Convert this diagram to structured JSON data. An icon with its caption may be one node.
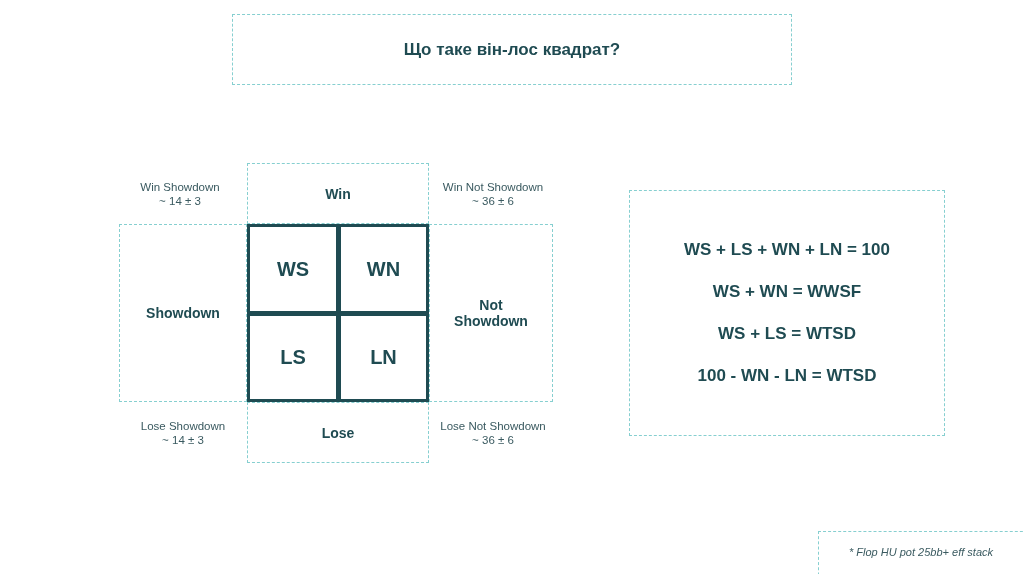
{
  "diagram": {
    "title": "Що таке він-лос квадрат?",
    "caption": "* Flop HU pot 25bb+ eff stack",
    "nodes": [
      {
        "text": [
          "Win"
        ]
      },
      {
        "text": [
          "Showdown"
        ]
      },
      {
        "text": [
          "WS"
        ]
      },
      {
        "text": [
          "WN"
        ]
      },
      {
        "text": [
          "Not Showdown"
        ]
      },
      {
        "text": [
          "LS"
        ]
      },
      {
        "text": [
          "LN"
        ]
      },
      {
        "text": [
          "Lose"
        ]
      },
      {
        "text": [
          "WS + LS + WN + LN = 100",
          "WS + WN = WWSF",
          "WS + LS = WTSD",
          "100 - WN - LN = WTSD"
        ]
      }
    ],
    "labels": [
      "Win Showdown",
      "~ 14 ± 3",
      "Win Not Showdown",
      "~ 36 ± 6",
      "Lose Showdown",
      "~ 14 ± 3",
      "Lose Not Showdown",
      "~ 36 ± 6"
    ]
  }
}
